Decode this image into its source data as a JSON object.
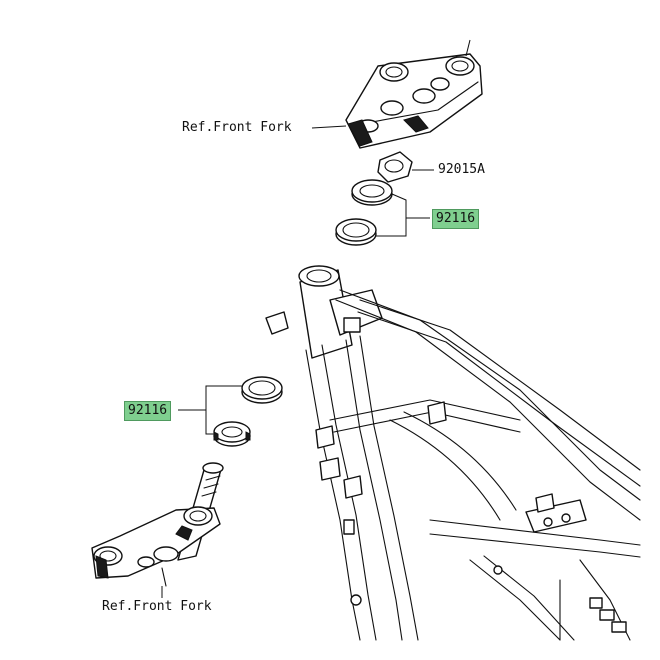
{
  "callouts": {
    "ref_front_fork_top": "Ref.Front Fork",
    "part_92015a": "92015A",
    "part_92116_top": "92116",
    "part_92116_left": "92116",
    "ref_front_fork_bottom": "Ref.Front Fork"
  },
  "colors": {
    "highlight": "#7fcf8f",
    "line": "#111111"
  }
}
